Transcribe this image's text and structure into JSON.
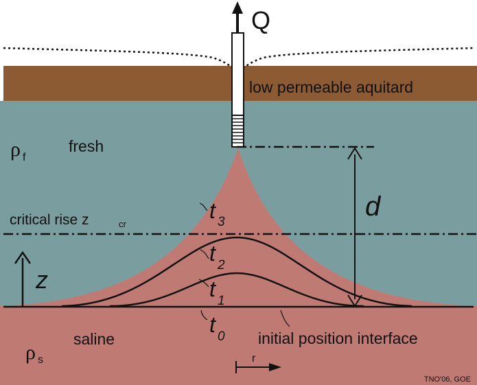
{
  "labels": {
    "discharge": "Q",
    "aquitard": "low permeable aquitard",
    "rho_fresh_symbol": "ρ",
    "rho_fresh_sub": "f",
    "fresh": "fresh",
    "critical_rise_text": "critical rise z",
    "critical_rise_sub": "cr",
    "distance": "d",
    "vertical_axis": "z",
    "t3": "t",
    "t3_sub": "3",
    "t2": "t",
    "t2_sub": "2",
    "t1": "t",
    "t1_sub": "1",
    "t0": "t",
    "t0_sub": "0",
    "rho_saline_symbol": "ρ",
    "rho_saline_sub": "s",
    "saline": "saline",
    "initial_interface": "initial position interface",
    "radial_axis": "r",
    "credit": "TNO'06, GOE"
  },
  "colors": {
    "fresh_water": "#7a9e9f",
    "saline_water": "#c07a74",
    "aquitard": "#8c5a33",
    "ink": "#111111"
  }
}
